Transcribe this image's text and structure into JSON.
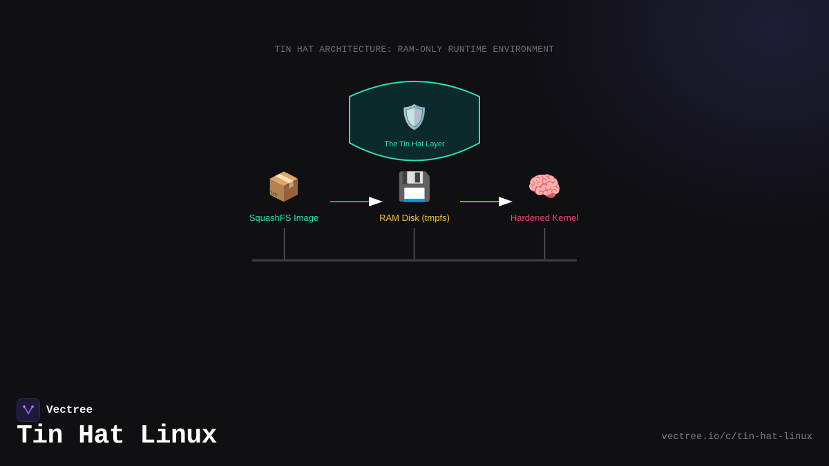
{
  "diagram": {
    "title": "TIN HAT ARCHITECTURE: RAM-ONLY RUNTIME ENVIRONMENT",
    "shield": {
      "icon": "🛡️",
      "label": "The Tin Hat Layer",
      "color": "#2be0b4"
    },
    "nodes": [
      {
        "icon": "📦",
        "label": "SquashFS Image",
        "color": "#2be0b4"
      },
      {
        "icon": "💾",
        "label": "RAM Disk (tmpfs)",
        "color": "#f3c22f"
      },
      {
        "icon": "🧠",
        "label": "Hardened Kernel",
        "color": "#f0456a"
      }
    ],
    "arrow_colors": [
      "#2be0b4",
      "#f3b52f"
    ]
  },
  "footer": {
    "brand": "Vectree",
    "title": "Tin Hat Linux",
    "url": "vectree.io/c/tin-hat-linux"
  }
}
